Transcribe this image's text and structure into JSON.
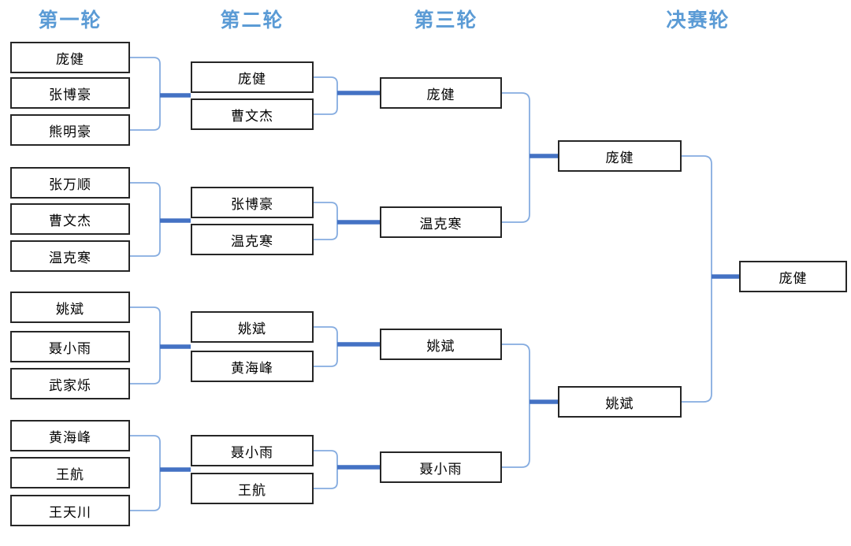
{
  "colors": {
    "header_text": "#5B9BD5",
    "thick_connector": "#4472C4",
    "thin_connector": "#85ACE0",
    "box_border": "#262626",
    "box_text": "#000000",
    "background": "#FFFFFF"
  },
  "headers": {
    "round1": "第一轮",
    "round2": "第二轮",
    "round3": "第三轮",
    "final": "决赛轮"
  },
  "bracket": {
    "round1_groups": [
      {
        "players": [
          "庞健",
          "张博豪",
          "熊明豪"
        ]
      },
      {
        "players": [
          "张万顺",
          "曹文杰",
          "温克寒"
        ]
      },
      {
        "players": [
          "姚斌",
          "聂小雨",
          "武家烁"
        ]
      },
      {
        "players": [
          "黄海峰",
          "王航",
          "王天川"
        ]
      }
    ],
    "round2_pairs": [
      {
        "players": [
          "庞健",
          "曹文杰"
        ]
      },
      {
        "players": [
          "张博豪",
          "温克寒"
        ]
      },
      {
        "players": [
          "姚斌",
          "黄海峰"
        ]
      },
      {
        "players": [
          "聂小雨",
          "王航"
        ]
      }
    ],
    "round3_winners": [
      "庞健",
      "温克寒",
      "姚斌",
      "聂小雨"
    ],
    "final_round_players": [
      "庞健",
      "姚斌"
    ],
    "champion": "庞健"
  }
}
